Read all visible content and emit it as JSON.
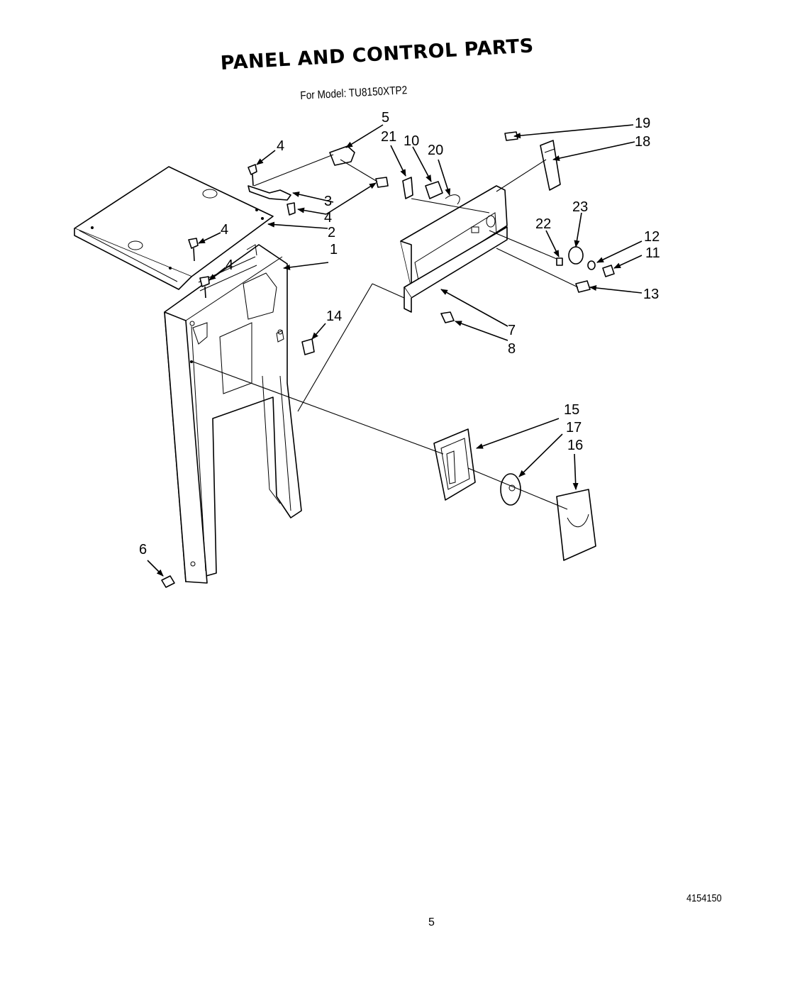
{
  "header": {
    "title": "PANEL AND CONTROL PARTS",
    "subtitle": "For Model: TU8150XTP2"
  },
  "footer": {
    "doc_number": "4154150",
    "page_number": "5"
  },
  "callouts": [
    "1",
    "2",
    "3",
    "4",
    "4",
    "4",
    "4",
    "5",
    "6",
    "7",
    "8",
    "10",
    "11",
    "12",
    "13",
    "14",
    "15",
    "16",
    "17",
    "18",
    "19",
    "20",
    "21",
    "22",
    "23"
  ]
}
